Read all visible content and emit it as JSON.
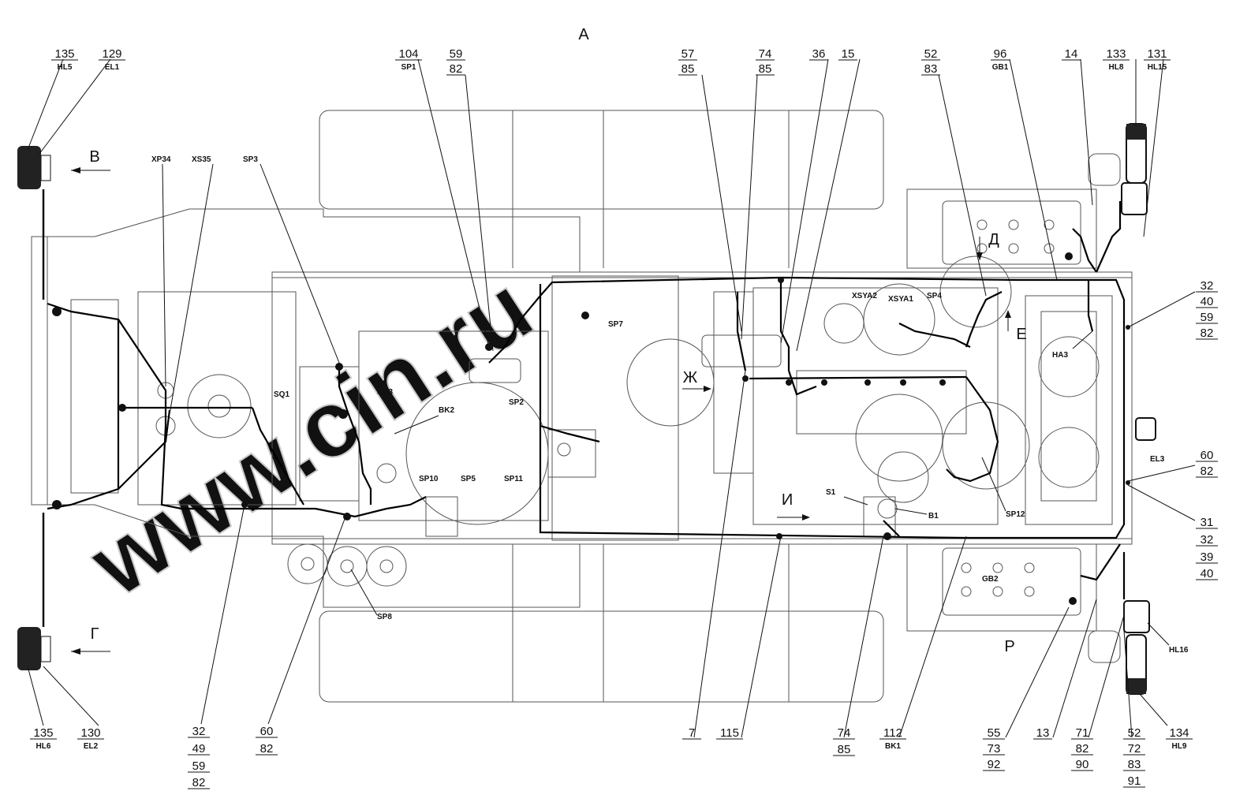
{
  "watermark": "www.cin.ru",
  "view_marks": {
    "a": "А",
    "b": "В",
    "g": "Г",
    "d": "Д",
    "e": "Е",
    "zh": "Ж",
    "i": "И",
    "r": "Р"
  },
  "top_callouts": [
    {
      "id": "c135t",
      "num": "135",
      "sub": "HL5"
    },
    {
      "id": "c129",
      "num": "129",
      "sub": "EL1"
    },
    {
      "id": "c104",
      "num": "104",
      "sub": "SP1"
    },
    {
      "id": "c59a",
      "num": "59",
      "sub": "82"
    },
    {
      "id": "c57",
      "num": "57",
      "sub": "85"
    },
    {
      "id": "c74a",
      "num": "74",
      "sub": "85"
    },
    {
      "id": "c36",
      "num": "36",
      "sub": ""
    },
    {
      "id": "c15",
      "num": "15",
      "sub": ""
    },
    {
      "id": "c52a",
      "num": "52",
      "sub": "83"
    },
    {
      "id": "c96",
      "num": "96",
      "sub": "GB1"
    },
    {
      "id": "c14",
      "num": "14",
      "sub": ""
    },
    {
      "id": "c133",
      "num": "133",
      "sub": "HL8"
    },
    {
      "id": "c131",
      "num": "131",
      "sub": "HL15"
    }
  ],
  "right_stacks": [
    {
      "id": "r1",
      "nums": [
        "32",
        "40",
        "59",
        "82"
      ]
    },
    {
      "id": "r2",
      "nums": [
        "60",
        "82"
      ]
    },
    {
      "id": "r3",
      "nums": [
        "31",
        "32",
        "39",
        "40"
      ]
    }
  ],
  "bottom_callouts": [
    {
      "id": "b135",
      "nums": [
        "135"
      ],
      "sub": "HL6"
    },
    {
      "id": "b130",
      "nums": [
        "130"
      ],
      "sub": "EL2"
    },
    {
      "id": "b32",
      "nums": [
        "32",
        "49",
        "59",
        "82"
      ],
      "sub": ""
    },
    {
      "id": "b60",
      "nums": [
        "60",
        "82"
      ],
      "sub": ""
    },
    {
      "id": "b7",
      "nums": [
        "7"
      ],
      "sub": ""
    },
    {
      "id": "b115",
      "nums": [
        "115"
      ],
      "sub": ""
    },
    {
      "id": "b74",
      "nums": [
        "74",
        "85"
      ],
      "sub": ""
    },
    {
      "id": "b112",
      "nums": [
        "112"
      ],
      "sub": "BK1"
    },
    {
      "id": "b55",
      "nums": [
        "55",
        "73",
        "92"
      ],
      "sub": ""
    },
    {
      "id": "b13",
      "nums": [
        "13"
      ],
      "sub": ""
    },
    {
      "id": "b71",
      "nums": [
        "71",
        "82",
        "90"
      ],
      "sub": ""
    },
    {
      "id": "b52",
      "nums": [
        "52",
        "72",
        "83",
        "91"
      ],
      "sub": ""
    },
    {
      "id": "b134",
      "nums": [
        "134"
      ],
      "sub": "HL9"
    }
  ],
  "component_tags": [
    "XP34",
    "XS35",
    "SP3",
    "SQ1",
    "SQ3",
    "BK2",
    "SP10",
    "SP5",
    "SP11",
    "SP2",
    "SP7",
    "SP8",
    "XSYA2",
    "XSYA1",
    "SP4",
    "HA3",
    "EL3",
    "S1",
    "B1",
    "SP12",
    "GB2",
    "HL16"
  ]
}
